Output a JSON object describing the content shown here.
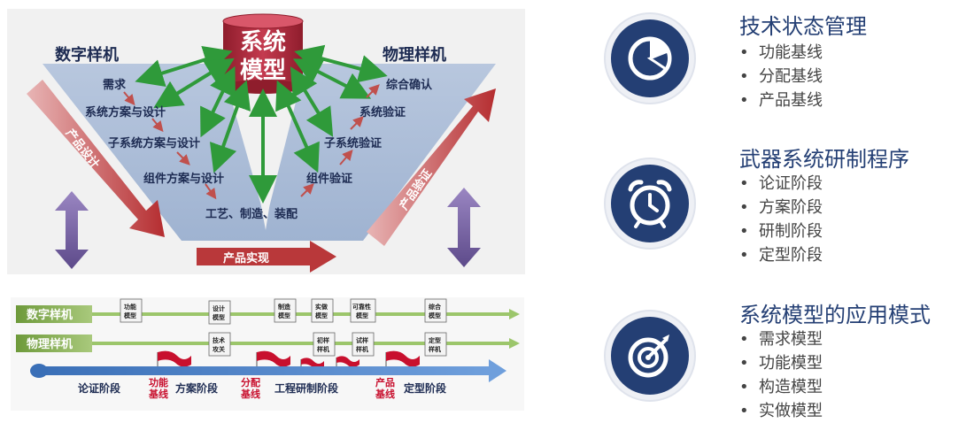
{
  "v_model": {
    "center": "系统模型",
    "center_line1": "系统",
    "center_line2": "模型",
    "left_title": "数字样机",
    "right_title": "物理样机",
    "left_steps": [
      "需求",
      "系统方案与设计",
      "子系统方案与设计",
      "组件方案与设计"
    ],
    "bottom_step": "工艺、制造、装配",
    "right_steps": [
      "组件验证",
      "子系统验证",
      "系统验证",
      "综合确认"
    ],
    "left_arrow": "产品设计",
    "right_arrow": "产品验证",
    "bottom_arrow": "产品实现",
    "colors": {
      "v_fill": "#a9bbd6",
      "cylinder": "#b3293f",
      "green": "#2f9a3a",
      "red_arrow": "#b9383a",
      "purple": "#6f5a98"
    }
  },
  "timeline": {
    "lanes": [
      {
        "label": "数字样机",
        "docs": [
          "功能模型",
          "设计模型",
          "制造模型",
          "实做模型",
          "可靠性模型",
          "综合模型"
        ]
      },
      {
        "label": "物理样机",
        "docs": [
          "技术攻关",
          "初样样机",
          "试样样机",
          "定型样机"
        ]
      }
    ],
    "phases": [
      "论证阶段",
      "方案阶段",
      "工程研制阶段",
      "定型阶段"
    ],
    "baselines": [
      "功能基线",
      "分配基线",
      "产品基线"
    ]
  },
  "sections": [
    {
      "icon": "pie-chart-icon",
      "title": "技术状态管理",
      "items": [
        "功能基线",
        "分配基线",
        "产品基线"
      ]
    },
    {
      "icon": "alarm-clock-icon",
      "title": "武器系统研制程序",
      "items": [
        "论证阶段",
        "方案阶段",
        "研制阶段",
        "定型阶段"
      ]
    },
    {
      "icon": "target-icon",
      "title": "系统模型的应用模式",
      "items": [
        "需求模型",
        "功能模型",
        "构造模型",
        "实做模型"
      ]
    }
  ]
}
